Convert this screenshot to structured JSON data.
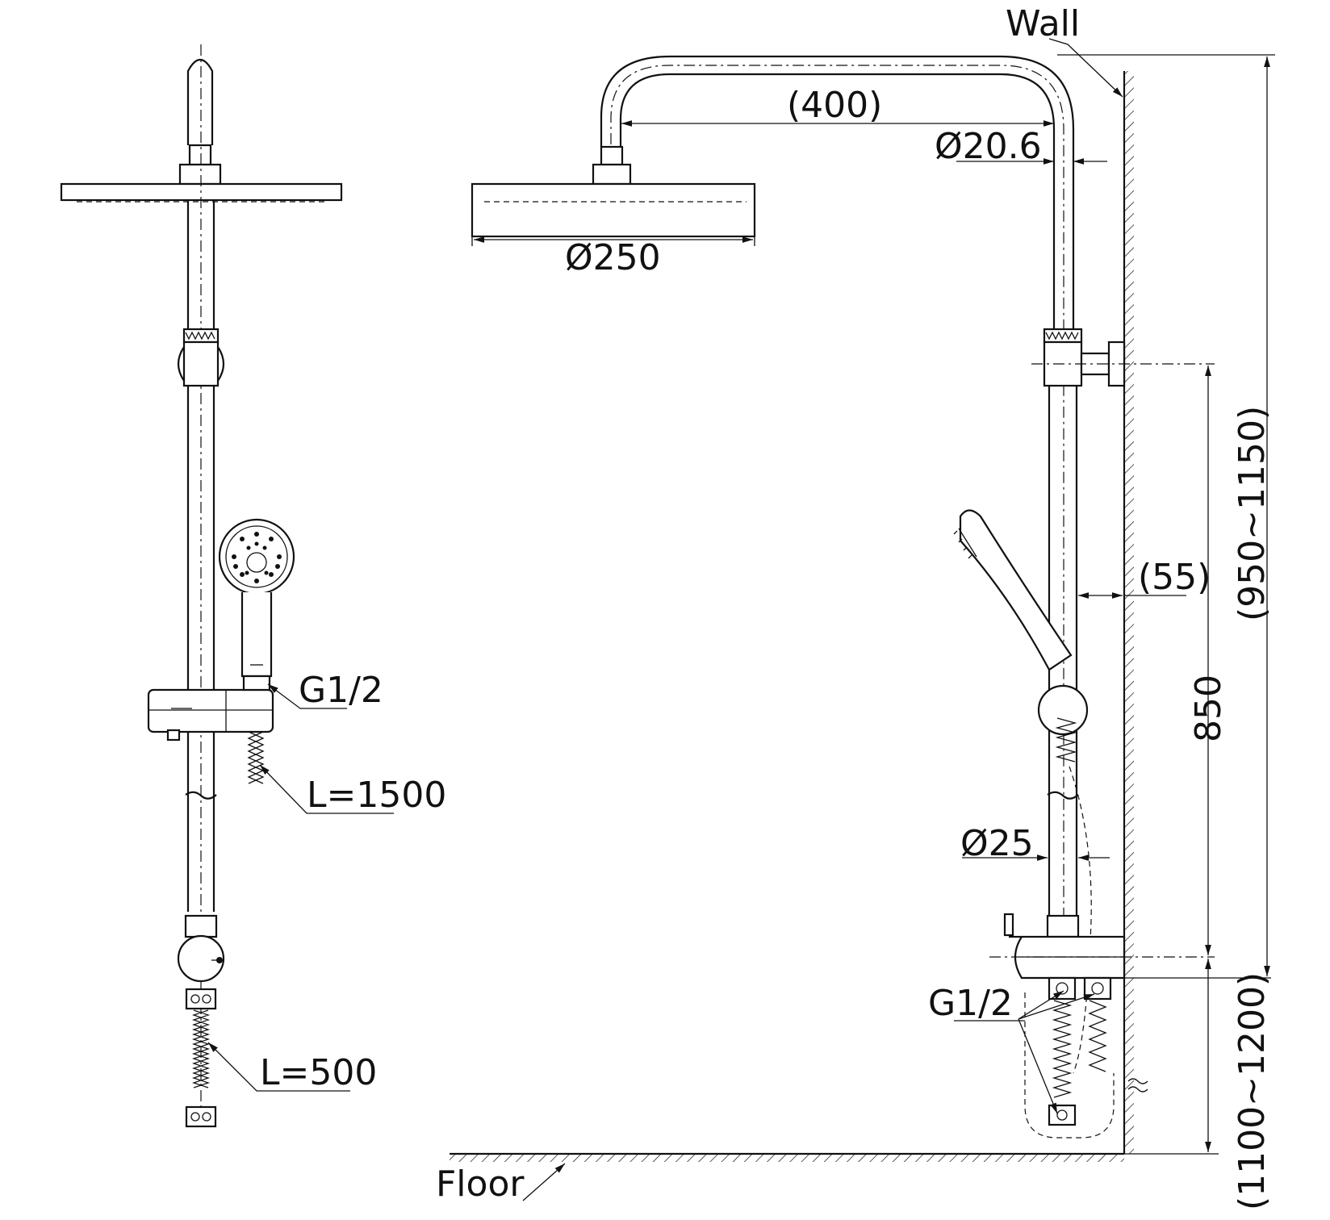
{
  "labels": {
    "wall": "Wall",
    "floor": "Floor",
    "arm_length": "(400)",
    "arm_pipe_diameter": "Ø20.6",
    "head_diameter": "Ø250",
    "wall_offset": "(55)",
    "riser_height": "(950~1150)",
    "bracket_spacing": "850",
    "mixer_height": "(1100~1200)",
    "riser_diameter": "Ø25",
    "handshower_thread": "G1/2",
    "inlet_thread": "G1/2",
    "handshower_hose": "L=1500",
    "inlet_hose": "L=500"
  },
  "colors": {
    "line": "#111111",
    "background": "#ffffff"
  }
}
